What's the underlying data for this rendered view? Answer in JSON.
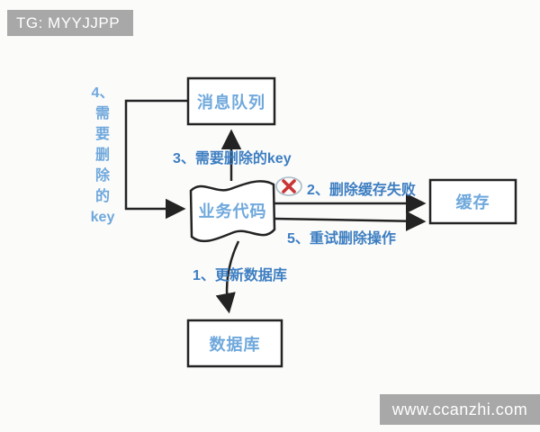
{
  "watermarks": {
    "top_left": "TG: MYYJJPP",
    "bottom_right": "www.ccanzhi.com"
  },
  "diagram": {
    "nodes": {
      "message_queue": {
        "label": "消息队列"
      },
      "business_code": {
        "label": "业务代码"
      },
      "cache": {
        "label": "缓存"
      },
      "database": {
        "label": "数据库"
      }
    },
    "steps": {
      "step1": {
        "label": "1、更新数据库"
      },
      "step2": {
        "label": "2、删除缓存失败"
      },
      "step3": {
        "label": "3、需要删除的key"
      },
      "step4": {
        "label": "4、\n需\n要\n删\n除\n的\nkey"
      },
      "step5": {
        "label": "5、重试删除操作"
      }
    },
    "icons": {
      "delete_failed": "error-x-icon"
    },
    "colors": {
      "node_text": "#6fa8dc",
      "step_text": "#3d7ec1",
      "line": "#232323",
      "error_red": "#c93434",
      "watermark_bg": "#a8a8a8",
      "background": "#fbfbfa"
    }
  }
}
